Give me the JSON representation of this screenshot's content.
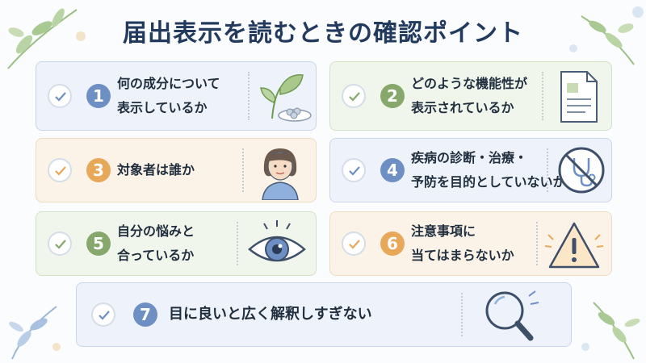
{
  "title": "届出表示を読むときの確認ポイント",
  "items": [
    {
      "number": "1",
      "lines": [
        "何の成分について",
        "表示しているか"
      ],
      "color": "blue",
      "icon": "leaf-icon"
    },
    {
      "number": "2",
      "lines": [
        "どのような機能性が",
        "表示されているか"
      ],
      "color": "green",
      "icon": "document-icon"
    },
    {
      "number": "3",
      "lines": [
        "対象者は誰か"
      ],
      "color": "orange",
      "icon": "person-icon"
    },
    {
      "number": "4",
      "lines": [
        "疾病の診断・治療・",
        "予防を目的としていないか"
      ],
      "color": "blue",
      "icon": "no-stethoscope-icon"
    },
    {
      "number": "5",
      "lines": [
        "自分の悩みと",
        "合っているか"
      ],
      "color": "green",
      "icon": "eye-icon"
    },
    {
      "number": "6",
      "lines": [
        "注意事項に",
        "当てはまらないか"
      ],
      "color": "orange",
      "icon": "warning-icon"
    },
    {
      "number": "7",
      "lines": [
        "目に良いと広く解釈しすぎない"
      ],
      "color": "blue",
      "icon": "magnifier-icon"
    }
  ],
  "colors": {
    "blue": "#6d8fc4",
    "green": "#86a86c",
    "orange": "#e7a85a",
    "title": "#223a5e"
  }
}
